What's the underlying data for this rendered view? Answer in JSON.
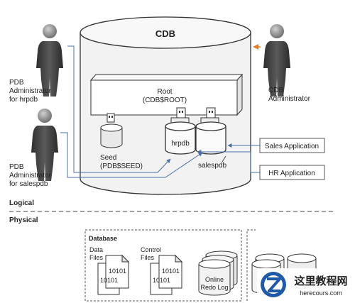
{
  "cdb": {
    "title": "CDB"
  },
  "root": {
    "line1": "Root",
    "line2": "(CDB$ROOT)"
  },
  "seed": {
    "line1": "Seed",
    "line2": "(PDB$SEED)"
  },
  "hrpdb": {
    "label": "hrpdb"
  },
  "salespdb": {
    "label": "salespdb"
  },
  "apps": {
    "sales": "Sales Application",
    "hr": "HR Application"
  },
  "admins": {
    "hrpdb": [
      "PDB",
      "Administrator",
      "for hrpdb"
    ],
    "salespdb": [
      "PDB",
      "Administrator",
      "for salespdb"
    ],
    "cdb": [
      "CDB",
      "Administrator"
    ]
  },
  "sections": {
    "logical": "Logical",
    "physical": "Physical"
  },
  "database": {
    "title": "Database",
    "data_files": [
      "Data",
      "Files"
    ],
    "control_files": [
      "Control",
      "Files"
    ],
    "file_code": "10101",
    "redo_log": [
      "Online",
      "Redo Log"
    ]
  },
  "watermark": {
    "site": "这里教程网",
    "url": "herecours.com"
  },
  "colors": {
    "arrow_orange": "#e8751a",
    "line_blue": "#4a6fa5"
  }
}
